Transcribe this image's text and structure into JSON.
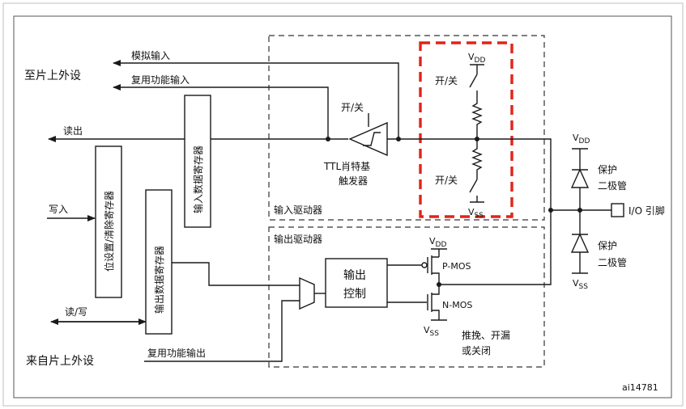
{
  "labels": {
    "to_periph": "至片上外设",
    "from_periph": "来自片上外设",
    "analog_in": "模拟输入",
    "alt_in": "复用功能输入",
    "read_out": "读出",
    "write_in": "写入",
    "rw": "读/写",
    "alt_out": "复用功能输出",
    "bsrr": "位设置/清除寄存器",
    "idr": "输入数据寄存器",
    "odr": "输出数据寄存器",
    "onoff_ttl": "开/关",
    "onoff_pu": "开/关",
    "onoff_pd": "开/关",
    "ttl_line1": "TTL肖特基",
    "ttl_line2": "触发器",
    "input_driver": "输入驱动器",
    "output_driver": "输出驱动器",
    "out_ctrl_line1": "输出",
    "out_ctrl_line2": "控制",
    "vdd_v": "V",
    "vdd_sub": "DD",
    "vss_v": "V",
    "vss_sub": "SS",
    "pmos": "P-MOS",
    "nmos": "N-MOS",
    "mode_line1": "推挽、开漏",
    "mode_line2": "或关闭",
    "protect": "保护",
    "diode": "二极管",
    "io_pin": "I/O 引脚",
    "fig_id": "ai14781"
  },
  "colors": {
    "highlight": "#e2231a",
    "line": "#1a1a1a",
    "frame": "#d0d0d0"
  }
}
